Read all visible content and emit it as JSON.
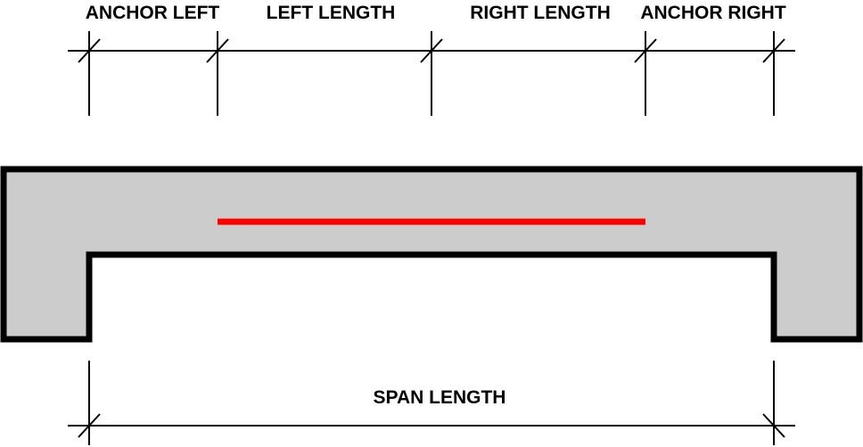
{
  "labels": {
    "anchor_left": "ANCHOR LEFT",
    "left_length": "LEFT LENGTH",
    "right_length": "RIGHT LENGTH",
    "anchor_right": "ANCHOR RIGHT",
    "span_length": "SPAN LENGTH"
  },
  "colors": {
    "structure_fill": "#cccccc",
    "outline": "#000000",
    "reinforcement": "#ff0000"
  }
}
